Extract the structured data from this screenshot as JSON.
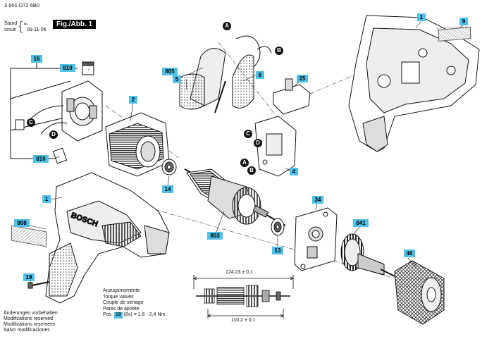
{
  "header": {
    "doc_number": "3 601 D72 6B0",
    "stand_label": "Stand",
    "issue_label": "Issue",
    "date_code": "09-11-06",
    "figure_label": "Fig./Abb. 1"
  },
  "part_labels": [
    "1",
    "9",
    "16",
    "810",
    "805",
    "5",
    "6",
    "25",
    "2",
    "810",
    "4",
    "14",
    "803",
    "34",
    "841",
    "13",
    "46",
    "1",
    "808",
    "19"
  ],
  "connector_labels": [
    "A",
    "B",
    "C",
    "D",
    "C",
    "D",
    "A",
    "B"
  ],
  "brand_text": "BOSCH",
  "dimensions": {
    "top": "124,23 ± 0,1",
    "bottom": "110,2 ± 0,1"
  },
  "torque": {
    "lines": [
      "Anzugsmomente",
      "Torque values",
      "Couple de serrage",
      "Pares de apriete"
    ],
    "pos_prefix": "Pos.",
    "pos_ref": "19",
    "pos_rest": "(8x)  = 1,6  -  2,4 Nm"
  },
  "notice_lines": [
    "Änderungen vorbehalten",
    "Modifications reserved",
    "Modifications reservees",
    "Salvo modificaciones"
  ]
}
